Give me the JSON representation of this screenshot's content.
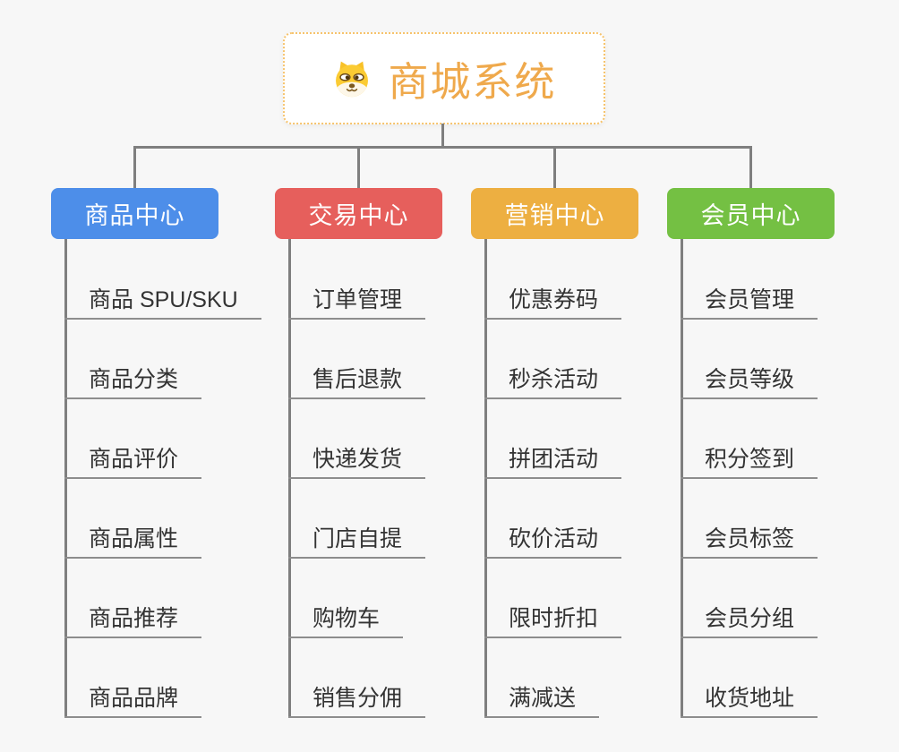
{
  "root": {
    "title": "商城系统",
    "icon": "dog-face-icon"
  },
  "colors": {
    "root_title": "#efa94c",
    "root_border": "#f6c36c",
    "connector_gray": "#7f7f7f",
    "underline_gray": "#8d8d8d",
    "item_text": "#333333",
    "background": "#f7f7f7"
  },
  "branches": [
    {
      "label": "商品中心",
      "color": "#4d8ee9",
      "items": [
        "商品 SPU/SKU",
        "商品分类",
        "商品评价",
        "商品属性",
        "商品推荐",
        "商品品牌"
      ]
    },
    {
      "label": "交易中心",
      "color": "#e65f5c",
      "items": [
        "订单管理",
        "售后退款",
        "快递发货",
        "门店自提",
        "购物车",
        "销售分佣"
      ]
    },
    {
      "label": "营销中心",
      "color": "#edaf41",
      "items": [
        "优惠券码",
        "秒杀活动",
        "拼团活动",
        "砍价活动",
        "限时折扣",
        "满减送"
      ]
    },
    {
      "label": "会员中心",
      "color": "#74c043",
      "items": [
        "会员管理",
        "会员等级",
        "积分签到",
        "会员标签",
        "会员分组",
        "收货地址"
      ]
    }
  ]
}
